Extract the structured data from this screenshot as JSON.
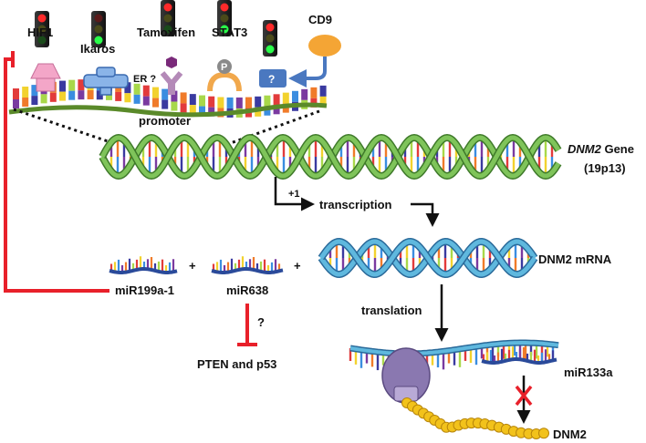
{
  "labels": {
    "hif1": "HIF1",
    "ikaros": "Ikaros",
    "tamoxifen": "Tamoxifen",
    "stat3": "STAT3",
    "cd9": "CD9",
    "er": "ER ?",
    "p_badge": "P",
    "unknown_factor": "?",
    "promoter": "promoter",
    "gene_name": "DNM2",
    "gene_suffix": " Gene",
    "locus": "(19p13)",
    "plus_one": "+1",
    "transcription": "transcription",
    "mrna": "DNM2 mRNA",
    "mir199": "miR199a-1",
    "mir638": "miR638",
    "plus": "+",
    "question": "?",
    "pten_p53": "PTEN and p53",
    "translation": "translation",
    "mir133a": "miR133a",
    "protein": "DNM2"
  },
  "traffic_lights": [
    {
      "name": "hif1",
      "active": "red"
    },
    {
      "name": "ikaros",
      "active": "green"
    },
    {
      "name": "tamoxifen",
      "active": "red"
    },
    {
      "name": "stat3",
      "active": "red+green"
    },
    {
      "name": "cd9",
      "active": "red+green"
    }
  ],
  "colors": {
    "inhibition": "#e8202a",
    "arrow": "#111111",
    "dna_strand": "#7fc45a",
    "rna_strand": "#5fb8de",
    "cd9": "#f4a535",
    "factor_blue": "#4a78c0",
    "ribosome": "#8a78b0",
    "bead": "#f2c21b"
  }
}
